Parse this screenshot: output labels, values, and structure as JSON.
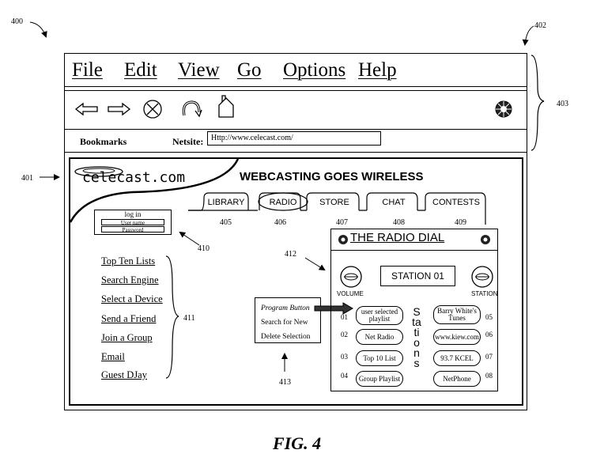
{
  "refs": {
    "r400": "400",
    "r402": "402",
    "r403": "403",
    "r401": "401",
    "r405": "405",
    "r406": "406",
    "r407": "407",
    "r408": "408",
    "r409": "409",
    "r410": "410",
    "r411": "411",
    "r412": "412",
    "r413": "413"
  },
  "menu": [
    "File",
    "Edit",
    "View",
    "Go",
    "Options",
    "Help"
  ],
  "toolbar": {
    "icons": [
      "back-arrow-icon",
      "forward-arrow-icon",
      "stop-icon",
      "reload-icon",
      "home-icon",
      "globe-icon"
    ]
  },
  "address": {
    "bookmarks_label": "Bookmarks",
    "netsite_label": "Netsite:",
    "url": "Http://www.celecast.com/"
  },
  "site": {
    "logo": "celecast.com",
    "headline": "WEBCASTING GOES WIRELESS",
    "tabs": [
      "LIBRARY",
      "RADIO",
      "STORE",
      "CHAT",
      "CONTESTS"
    ]
  },
  "login": {
    "title": "log in",
    "username": "User name",
    "password": "Password"
  },
  "nav": [
    "Top Ten Lists",
    "Search Engine",
    "Select a Device",
    "Send a Friend",
    "Join a Group",
    "Email",
    "Guest DJay"
  ],
  "context_menu": [
    "Program Button",
    "Search for New",
    "Delete Selection"
  ],
  "dial": {
    "title": "THE RADIO DIAL",
    "station_label": "STATION 01",
    "volume_label": "VOLUME",
    "station_knob_label": "STATION",
    "vertical_label": "Stations",
    "left_presets": [
      {
        "num": "01",
        "label": "user selected playlist"
      },
      {
        "num": "02",
        "label": "Net Radio"
      },
      {
        "num": "03",
        "label": "Top 10 List"
      },
      {
        "num": "04",
        "label": "Group Playlist"
      }
    ],
    "right_presets": [
      {
        "num": "05",
        "label": "Barry White's Tunes"
      },
      {
        "num": "06",
        "label": "www.kiew.com"
      },
      {
        "num": "07",
        "label": "93.7 KCEL"
      },
      {
        "num": "08",
        "label": "NetPhone"
      }
    ]
  },
  "figure_label": "FIG. 4"
}
